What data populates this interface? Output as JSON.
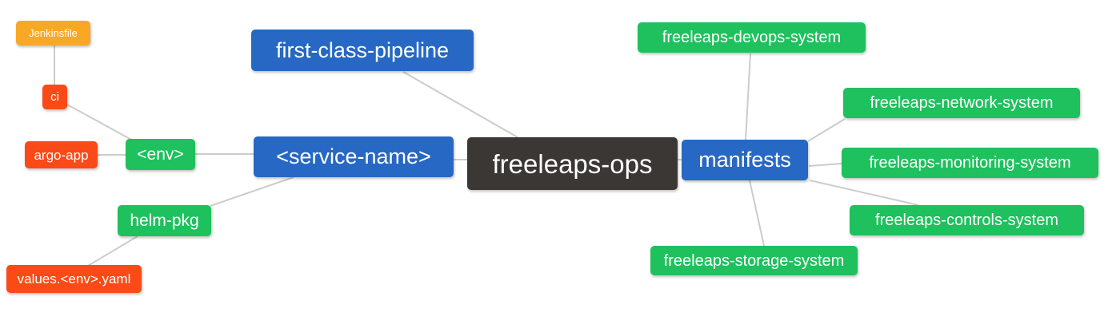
{
  "mindmap": {
    "nodes": {
      "freeleaps_ops": "freeleaps-ops",
      "first_class_pipeline": "first-class-pipeline",
      "service_name": "<service-name>",
      "manifests": "manifests",
      "env": "<env>",
      "helm_pkg": "helm-pkg",
      "argo_app": "argo-app",
      "ci": "ci",
      "jenkinsfile": "Jenkinsfile",
      "values_env_yaml": "values.<env>.yaml",
      "devops_system": "freeleaps-devops-system",
      "network_system": "freeleaps-network-system",
      "monitoring_system": "freeleaps-monitoring-system",
      "controls_system": "freeleaps-controls-system",
      "storage_system": "freeleaps-storage-system"
    },
    "edges": [
      [
        "jenkinsfile",
        "ci"
      ],
      [
        "ci",
        "env"
      ],
      [
        "argo_app",
        "env"
      ],
      [
        "env",
        "service_name"
      ],
      [
        "helm_pkg",
        "service_name"
      ],
      [
        "values_env_yaml",
        "helm_pkg"
      ],
      [
        "first_class_pipeline",
        "freeleaps_ops"
      ],
      [
        "service_name",
        "freeleaps_ops"
      ],
      [
        "freeleaps_ops",
        "manifests"
      ],
      [
        "manifests",
        "devops_system"
      ],
      [
        "manifests",
        "network_system"
      ],
      [
        "manifests",
        "monitoring_system"
      ],
      [
        "manifests",
        "controls_system"
      ],
      [
        "manifests",
        "storage_system"
      ]
    ],
    "colors": {
      "root_bg": "#3a3734",
      "branch_blue_bg": "#2668c3",
      "leaf_green_bg": "#1ec15d",
      "leaf_orange_bg": "#f9a826",
      "leaf_red_bg": "#fa4a17",
      "edge_line": "#cccccc",
      "node_text": "#ffffff",
      "canvas_bg": "#ffffff"
    }
  }
}
